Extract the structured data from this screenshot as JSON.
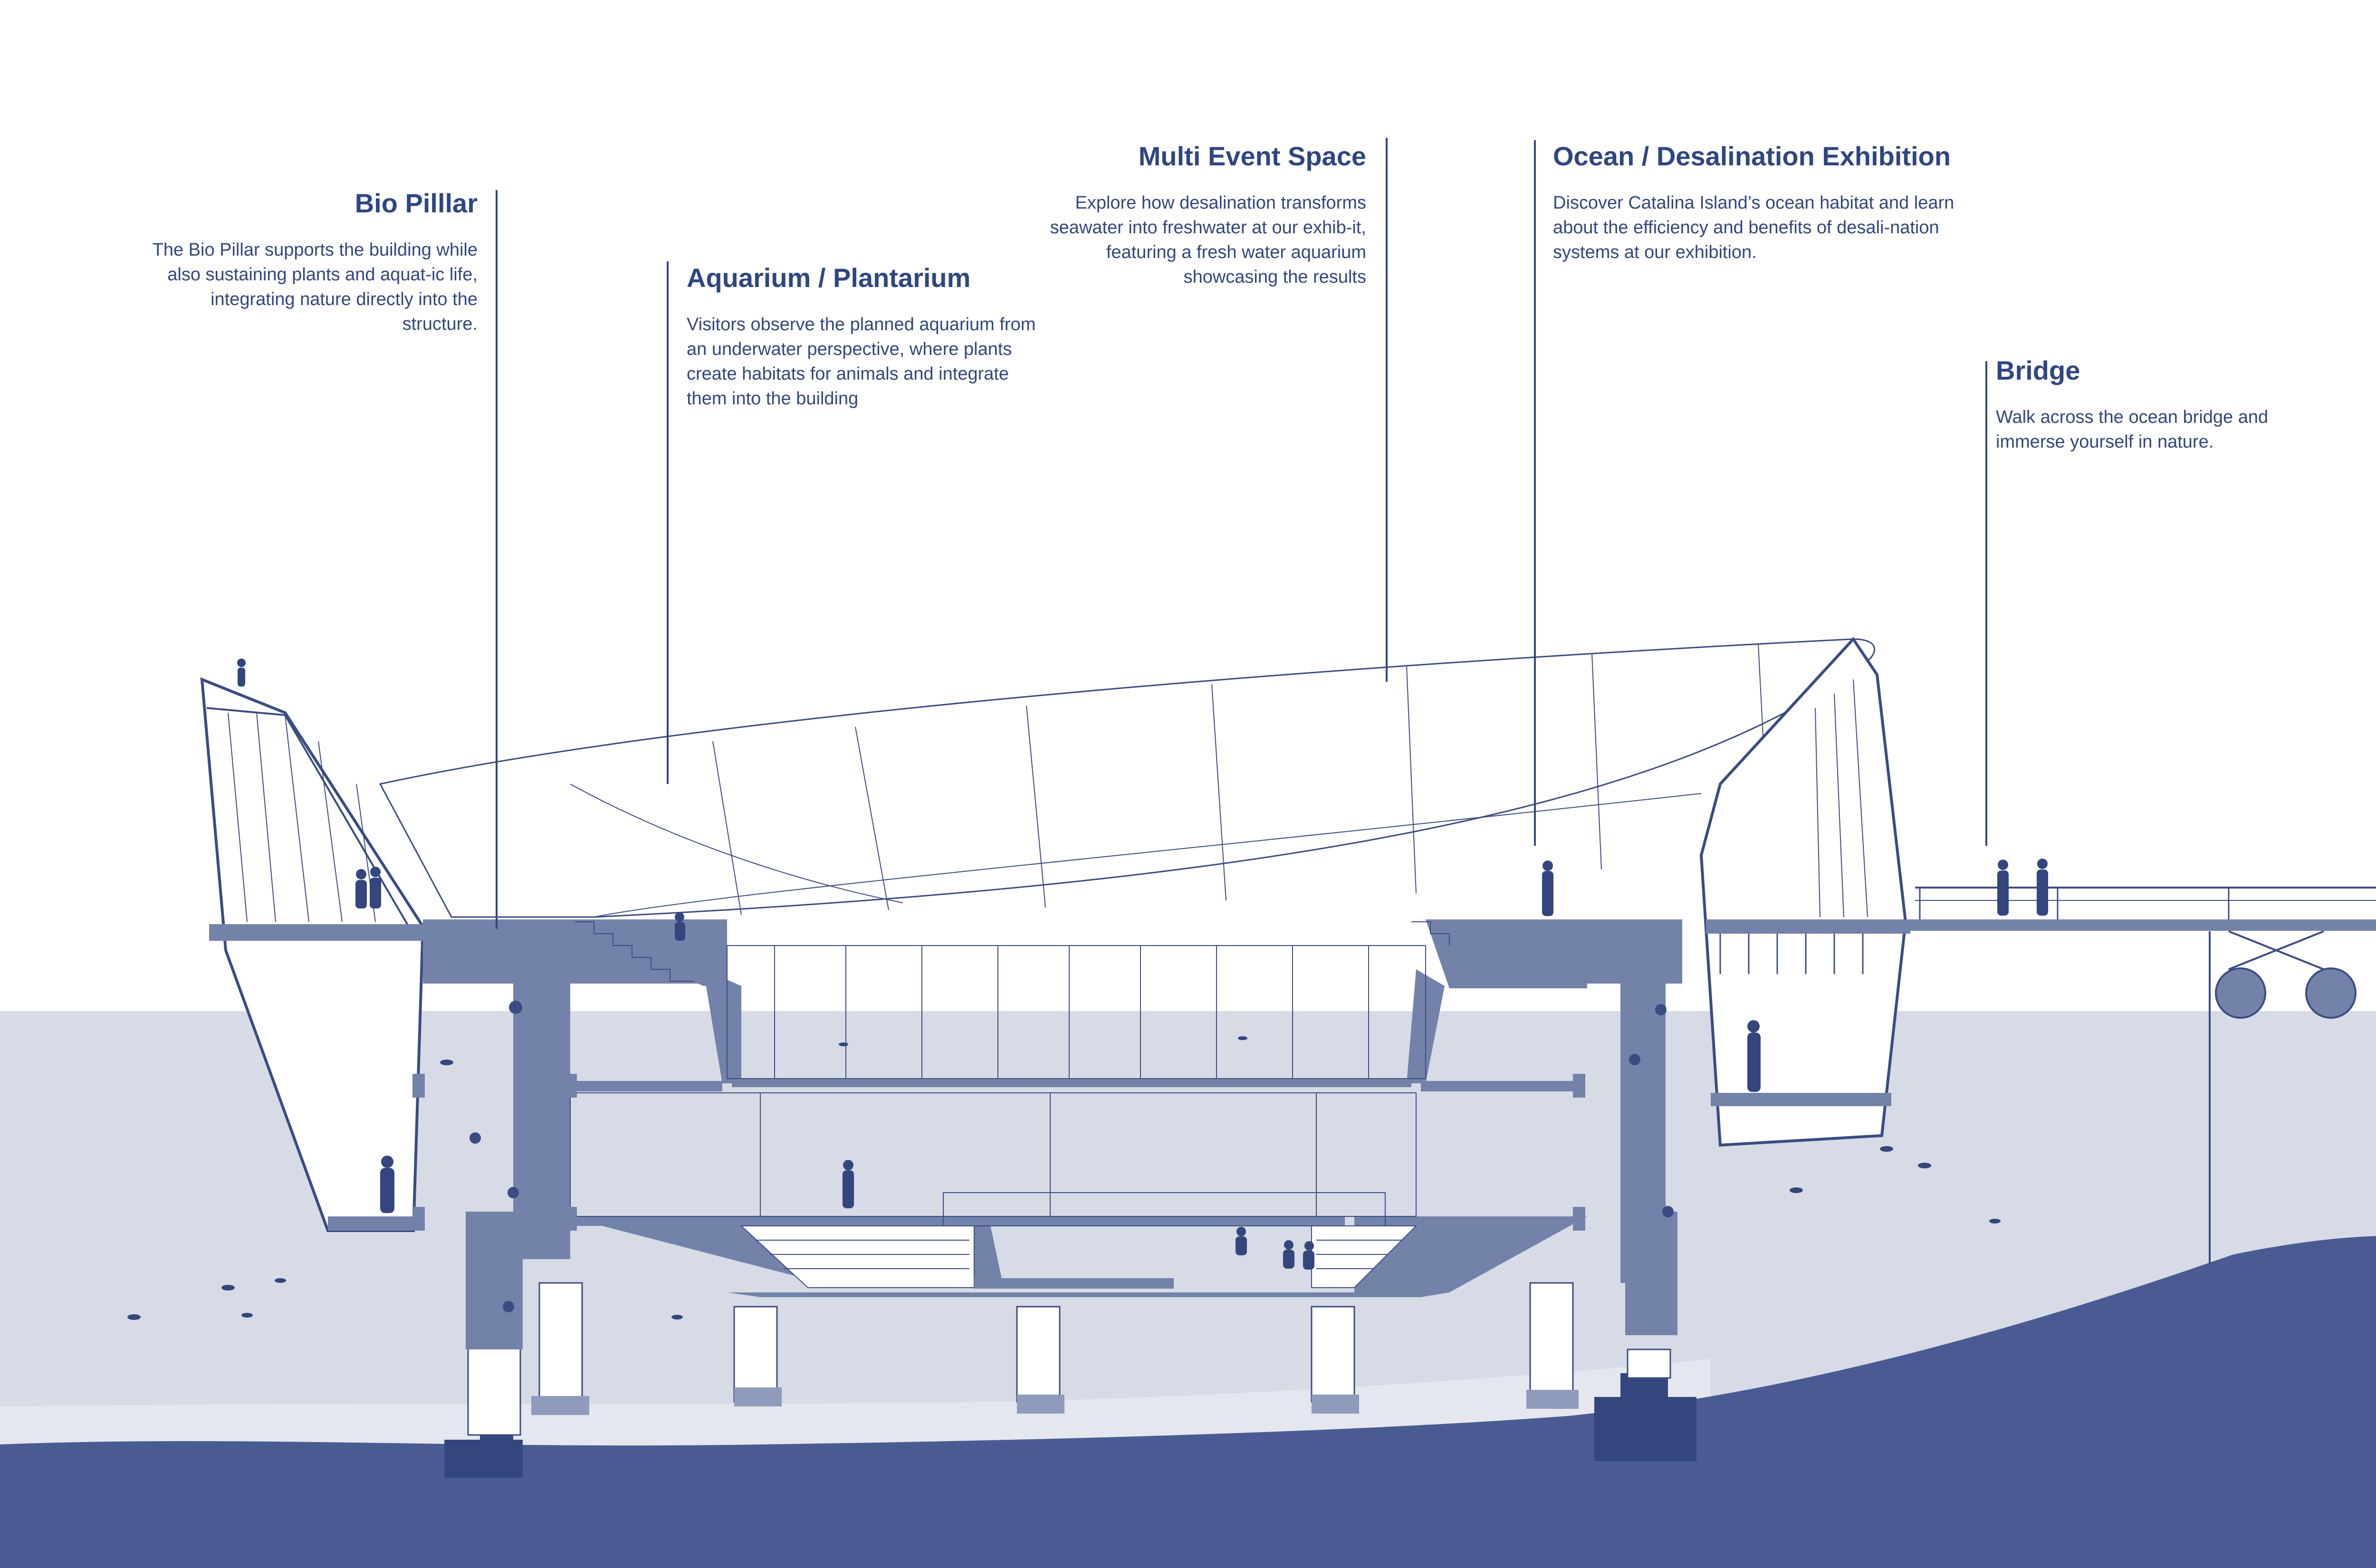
{
  "colors": {
    "ink": "#2f4682",
    "line": "#3b4c83",
    "structure": "#7382a9",
    "water": "#d6dbe5",
    "water_light": "#e4e7ee",
    "seabed": "#4a5b93",
    "foundation": "#34467e"
  },
  "labels": [
    {
      "id": "bio-pillar",
      "title": "Bio Pilllar",
      "text": "The Bio Pillar supports the building while also sustaining plants and aquat-ic life, integrating nature directly into the structure."
    },
    {
      "id": "aquarium-plantarium",
      "title": "Aquarium / Plantarium",
      "text": "Visitors observe the planned aquarium from an underwater perspective, where plants create habitats for animals and integrate them into the building"
    },
    {
      "id": "multi-event-space",
      "title": "Multi Event Space",
      "text": "Explore how desalination transforms seawater into freshwater at our exhib-it, featuring a fresh water aquarium showcasing the results"
    },
    {
      "id": "ocean-desalination-exhibition",
      "title": "Ocean / Desalination Exhibition",
      "text": "Discover Catalina Island’s ocean habitat and learn about the efficiency and benefits of desali-nation systems at our exhibition."
    },
    {
      "id": "bridge",
      "title": "Bridge",
      "text": "Walk across the ocean bridge and immerse yourself in nature."
    }
  ]
}
